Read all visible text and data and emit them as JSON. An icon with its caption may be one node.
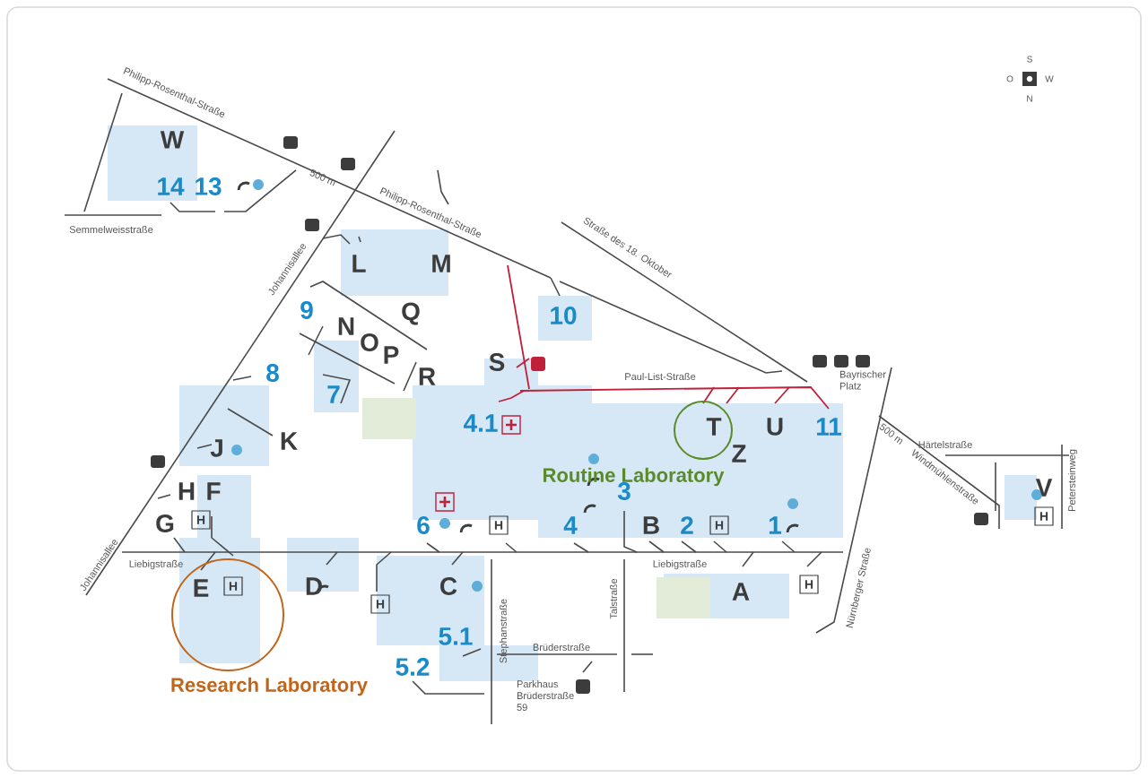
{
  "diagram": {
    "nodes": [
      {
        "text": [],
        "shape": "circle",
        "beside": [
          "Routine Laboratory"
        ]
      },
      {
        "text": [],
        "shape": "circle",
        "beside": [
          "Research Laboratory"
        ]
      }
    ],
    "labels": [
      "Philipp-Rosenthal-Straße",
      "W",
      "500 m",
      "14",
      "13",
      "Semmelweisstraße",
      "Philipp-Rosenthal-Straße",
      "Straße des 18. Oktober",
      "L",
      "M",
      "Johannisallee",
      "9",
      "Q",
      "10",
      "N",
      "O",
      "P",
      "8",
      "S",
      "R",
      "Paul-List-Straße",
      "Bayrischer Platz",
      "7",
      "4.1",
      "T",
      "U",
      "11",
      "J",
      "K",
      "Z",
      "Härtelstraße",
      "3",
      "Windmühlenstraße",
      "500 m",
      "V",
      "Petersteinweg",
      "H",
      "F",
      "H",
      "G",
      "6",
      "H",
      "4",
      "B",
      "2",
      "H",
      "1",
      "Liebigstraße",
      "Liebigstraße",
      "Johannisallee",
      "E",
      "H",
      "D",
      "C",
      "A",
      "H",
      "H",
      "Nürnberger Straße",
      "Talstraße",
      "Stephanstraße",
      "5.1",
      "Brüderstraße",
      "5.2",
      "Parkhaus Brüderstraße 59",
      "H",
      "S",
      "O",
      "W",
      "N"
    ]
  }
}
